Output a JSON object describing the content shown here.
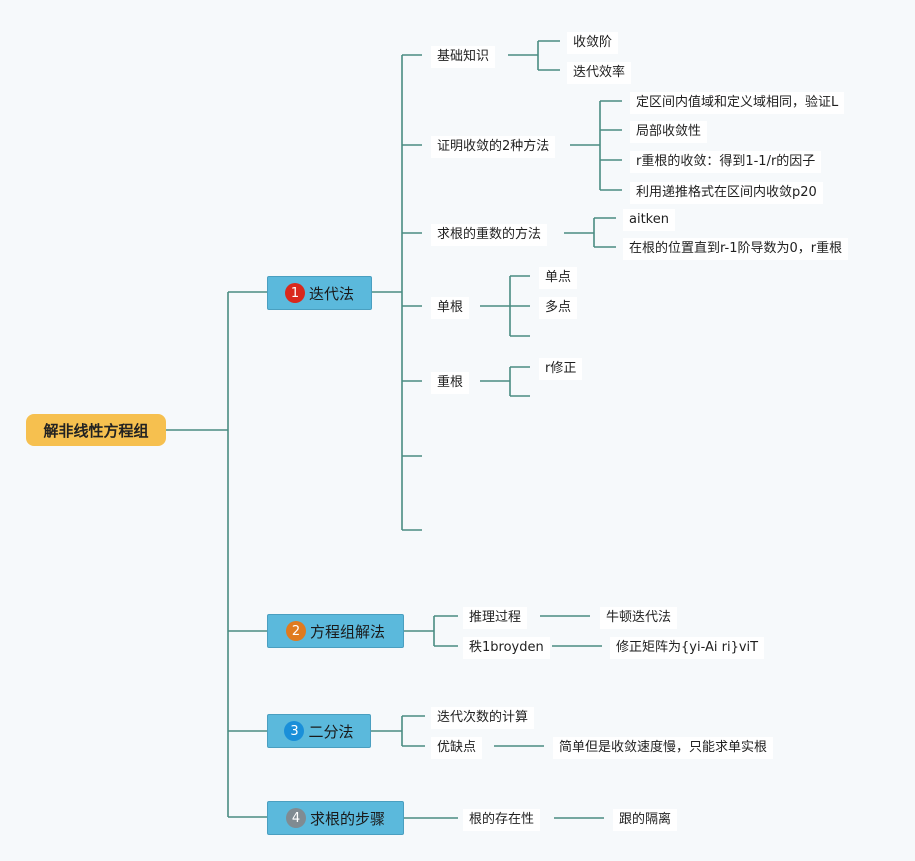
{
  "root": {
    "label": "解非线性方程组"
  },
  "colors": {
    "line": "#4a8c82",
    "badge1": "#d9281c",
    "badge2": "#e07b1f",
    "badge3": "#1a8fd9",
    "badge4": "#808b92"
  },
  "branches": [
    {
      "num": "1",
      "label": "迭代法",
      "children": [
        {
          "label": "基础知识",
          "children": [
            "收敛阶",
            "迭代效率"
          ]
        },
        {
          "label": "证明收敛的2种方法",
          "children": [
            "定区间内值域和定义域相同，验证L",
            "局部收敛性",
            "r重根的收敛：得到1-1/r的因子",
            "利用递推格式在区间内收敛p20"
          ]
        },
        {
          "label": "求根的重数的方法",
          "children": [
            "aitken",
            "在根的位置直到r-1阶导数为0，r重根"
          ]
        },
        {
          "label": "单根",
          "children": [
            "单点",
            "多点"
          ]
        },
        {
          "label": "重根",
          "children": [
            "r修正"
          ]
        }
      ]
    },
    {
      "num": "2",
      "label": "方程组解法",
      "children": [
        {
          "label": "推理过程",
          "children": [
            "牛顿迭代法"
          ]
        },
        {
          "label": "秩1broyden",
          "children": [
            "修正矩阵为{yi-Ai ri}viT"
          ]
        }
      ]
    },
    {
      "num": "3",
      "label": "二分法",
      "children": [
        {
          "label": "迭代次数的计算",
          "children": []
        },
        {
          "label": "优缺点",
          "children": [
            "简单但是收敛速度慢，只能求单实根"
          ]
        }
      ]
    },
    {
      "num": "4",
      "label": "求根的步骤",
      "children": [
        {
          "label": "根的存在性",
          "children": [
            "跟的隔离"
          ]
        }
      ]
    }
  ]
}
